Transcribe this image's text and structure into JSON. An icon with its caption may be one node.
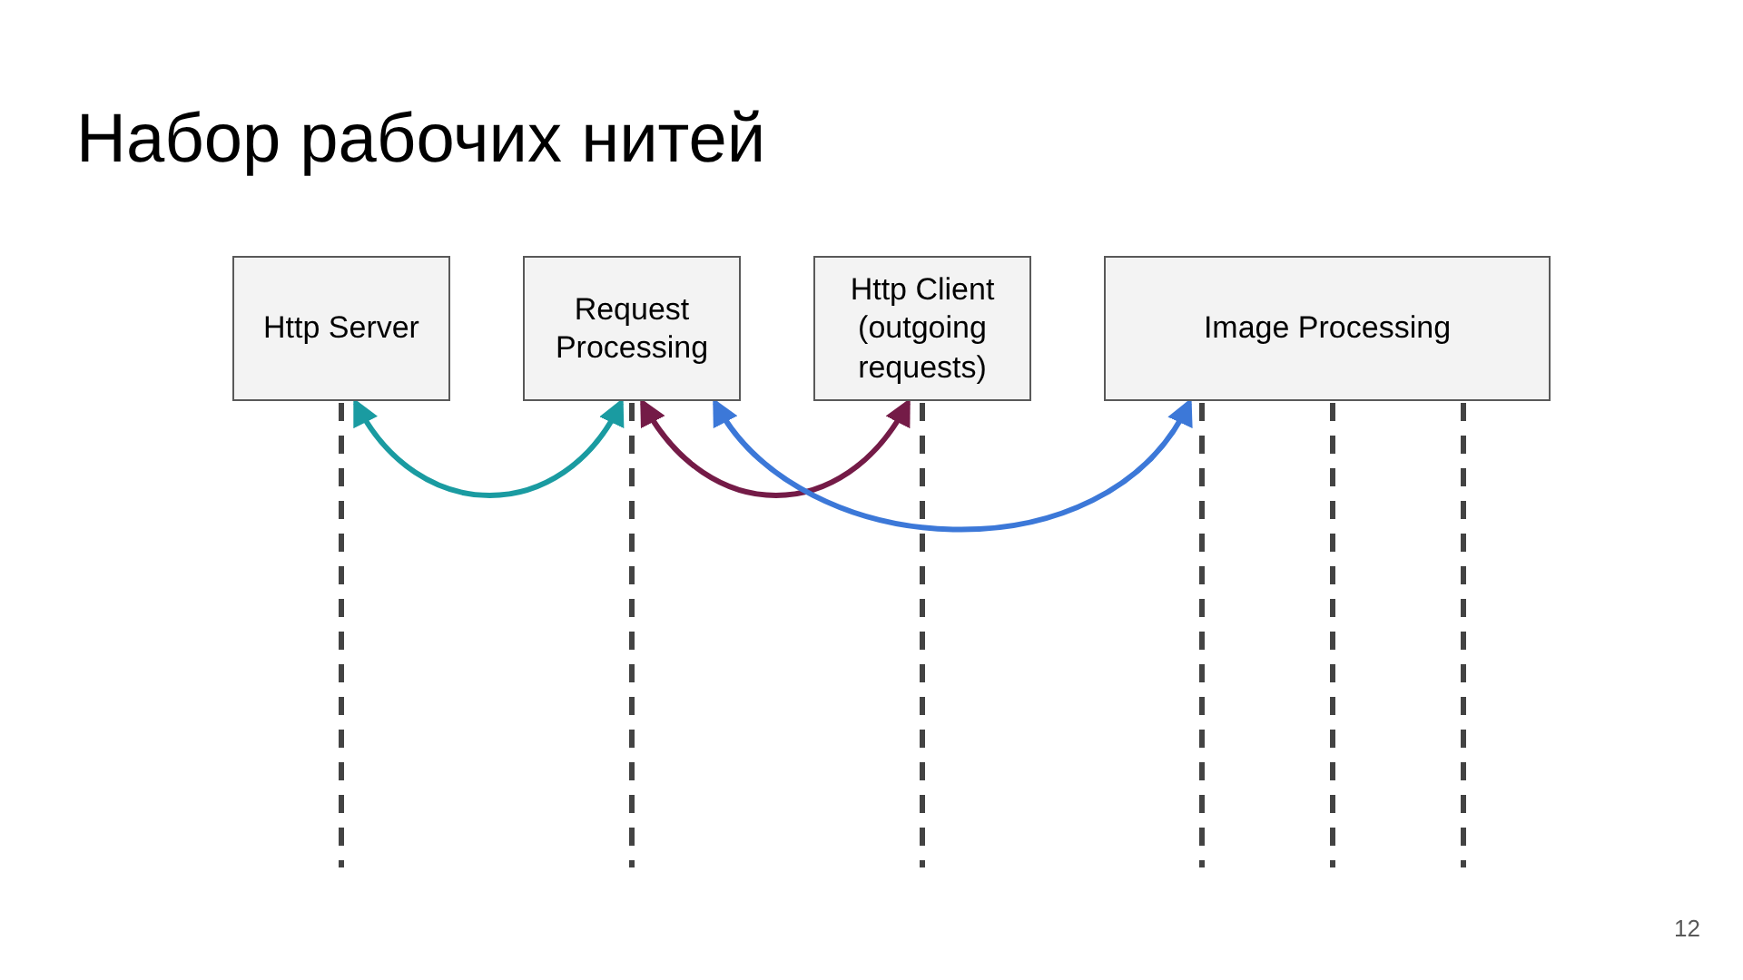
{
  "diagram": {
    "title": "Набор рабочих нитей",
    "nodes": [
      {
        "text": [
          "Http Server"
        ]
      },
      {
        "text": [
          "Request Processing"
        ]
      },
      {
        "text": [
          "Http Client (outgoing requests)"
        ]
      },
      {
        "text": [
          "Image Processing"
        ]
      }
    ],
    "edges": [
      {
        "from": 0,
        "to": 1,
        "arrow": "both",
        "color": "#1a9ba1"
      },
      {
        "from": 1,
        "to": 2,
        "arrow": "both",
        "color": "#741b47"
      },
      {
        "from": 1,
        "to": 3,
        "arrow": "both",
        "color": "#3c78d8"
      }
    ],
    "labels": [
      "12"
    ]
  }
}
